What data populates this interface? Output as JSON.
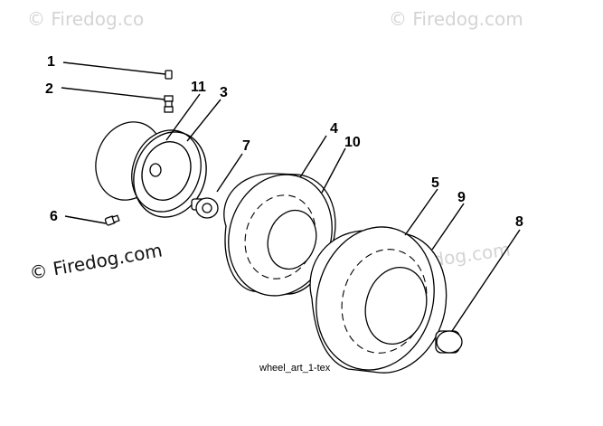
{
  "watermarks": {
    "top_left": "© Firedog.co",
    "top_right": "© Firedog.com",
    "main": "© Firedog.com",
    "tire": "© Firedog.com"
  },
  "callouts": [
    "1",
    "2",
    "11",
    "3",
    "7",
    "4",
    "10",
    "6",
    "5",
    "9",
    "8"
  ],
  "caption": "wheel_art_1-tex"
}
